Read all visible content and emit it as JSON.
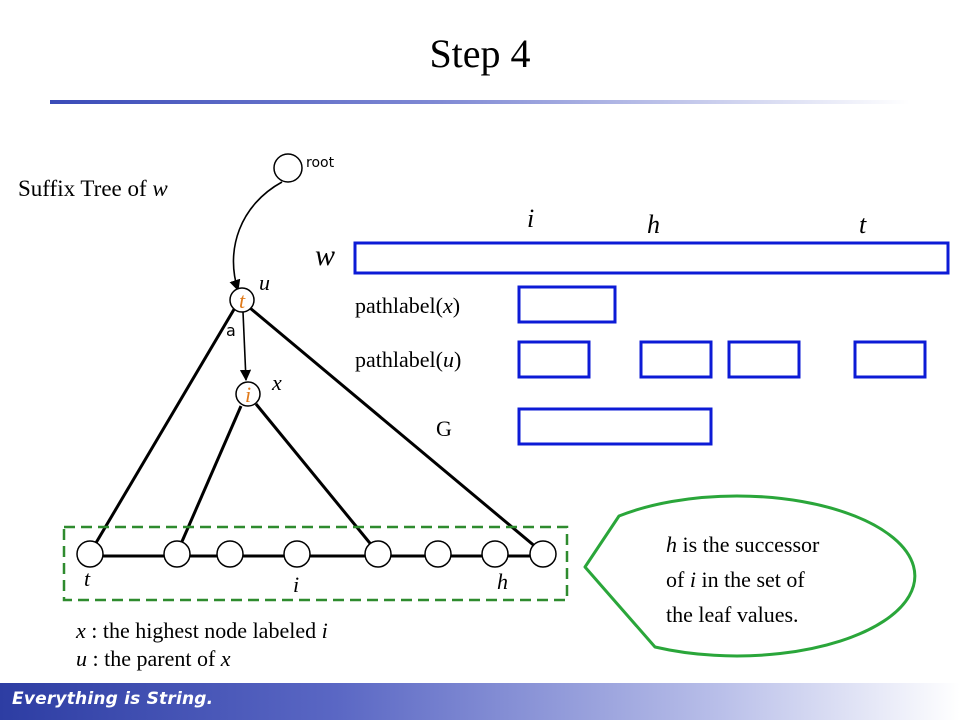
{
  "slide": {
    "title": "Step 4",
    "footer": "Everything is String."
  },
  "tree": {
    "heading_prefix": "Suffix Tree of ",
    "heading_var": "w",
    "root_label": "root",
    "node_u_label": "u",
    "node_u_letter": "t",
    "node_u_sub": "a",
    "node_x_label": "x",
    "node_x_letter": "i",
    "leaf_labels": {
      "t": "t",
      "i": "i",
      "h": "h"
    }
  },
  "string_rows": {
    "w_label": "w",
    "marker_i": "i",
    "marker_h": "h",
    "marker_t": "t",
    "pathlabel_x_prefix": "pathlabel(",
    "pathlabel_x_var": "x",
    "pathlabel_x_suffix": ")",
    "pathlabel_u_prefix": "pathlabel(",
    "pathlabel_u_var": "u",
    "pathlabel_u_suffix": ")",
    "g_label": "G"
  },
  "legend": {
    "x_var": "x",
    "x_def": " : the highest node labeled ",
    "x_def_var": "i",
    "u_var": "u",
    "u_def": " : the parent of ",
    "u_def_var": "x"
  },
  "callout": {
    "line1_var": "h",
    "line1_rest": " is the successor",
    "line2_a": "of ",
    "line2_var": "i",
    "line2_b": " in the set of",
    "line3": "the leaf values."
  },
  "colors": {
    "box_blue": "#0c1bd6",
    "node_orange": "#e07a1a",
    "dash_green": "#2e8b2e",
    "callout_green": "#2aa63a"
  }
}
